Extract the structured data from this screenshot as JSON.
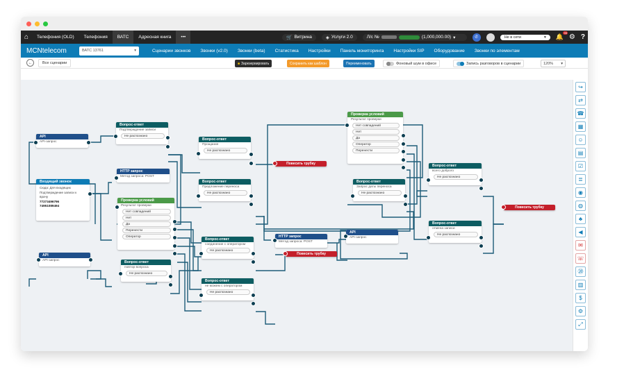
{
  "topbar": {
    "tabs": [
      "Телефония (OLD)",
      "Телефония",
      "ВАТС",
      "Адресная книга",
      "•••"
    ],
    "active_tab": 2,
    "vitrina": "Витрина",
    "services": "Услуги 2.0",
    "account_prefix": "Л/с №",
    "balance": "(1,000,000.00)",
    "status": "Не в сети",
    "notifications": "99"
  },
  "navbar": {
    "brand": "MCNtelecom",
    "vats_select": "ВАТС 13761",
    "items": [
      "Сценарии звонков",
      "Звонки (v2.0)",
      "Звонки (beta)",
      "Статистика",
      "Настройки",
      "Панель мониторинга",
      "Настройки SIP",
      "Оборудование",
      "Звонки по элементам"
    ]
  },
  "toolbar": {
    "all_scenarios": "Все сценарии",
    "reserve": "Зарезервировать",
    "save_template": "Сохранить как шаблон",
    "rename": "Переименовать",
    "office_noise": "Фоновый шум в офисе",
    "record_calls": "Запись разговоров в сценарии",
    "zoom": "120%"
  },
  "canvas": {
    "api1": {
      "title": "API",
      "sub": "API-запрос"
    },
    "api2": {
      "title": "API",
      "sub": "API-запрос"
    },
    "api3": {
      "title": "API",
      "sub": "API-запрос"
    },
    "incoming": {
      "title": "Входящий звонок",
      "line1": "Сюда: Для входящих",
      "line2": "Подтверждение записи к",
      "line3": "врачу",
      "num1": "77273496796",
      "num2": "74951089494"
    },
    "q1": {
      "title": "Вопрос-ответ",
      "sub": "Подтверждение записи",
      "opt": "Не распознано"
    },
    "http1": {
      "title": "HTTP запрос",
      "sub": "Метод запроса: POST"
    },
    "http2": {
      "title": "HTTP запрос",
      "sub": "Метод запроса: POST"
    },
    "cond1": {
      "title": "Проверка условий",
      "sub": "Результат проверки",
      "opts": [
        "Нет совпадений",
        "Нет",
        "Да",
        "Перенести",
        "Оператор"
      ]
    },
    "cond2": {
      "title": "Проверка условий",
      "sub": "Результат проверки",
      "opts": [
        "Нет совпадений",
        "Нет",
        "Да",
        "Оператор",
        "Перенести"
      ]
    },
    "q2": {
      "title": "Вопрос-ответ",
      "sub": "Прощание",
      "opt": "Не распознано"
    },
    "q3": {
      "title": "Вопрос-ответ",
      "sub": "Предложение переноса",
      "opt": "Не распознано"
    },
    "q4": {
      "title": "Вопрос-ответ",
      "sub": "соединение с оператором",
      "opt": "Не распознано"
    },
    "q5": {
      "title": "Вопрос-ответ",
      "sub": "не можем с оператором",
      "opt": "Не распознано"
    },
    "q6": {
      "title": "Вопрос-ответ",
      "sub": "Запрос даты переноса",
      "opt": "Не распознано"
    },
    "q7": {
      "title": "Вопрос-ответ",
      "sub": "всего доброго",
      "opt": "Не распознано"
    },
    "q8": {
      "title": "Вопрос-ответ",
      "sub": "отмена записи",
      "opt": "Не распознано"
    },
    "q9": {
      "title": "Вопрос-ответ",
      "sub": "повтор вопроса",
      "opt": "Не распознано"
    },
    "hangup": "Повесить трубку"
  },
  "colors": {
    "brand": "#0e7cb6",
    "topbar": "#242424",
    "teal_header": "#0d5d62",
    "blue_header": "#1f4f8a",
    "green_header": "#4b9a48",
    "hangup": "#c41f2a",
    "wire": "#1d5c78"
  },
  "sidebar_icons": [
    "transfer-call-icon",
    "forward-call-icon",
    "operator-icon",
    "building-icon",
    "group-icon",
    "calendar-icon",
    "checklist-icon",
    "script-icon",
    "voice-icon",
    "globe-icon",
    "conference-icon",
    "megaphone-icon",
    "mail-icon",
    "hangup-icon",
    "24h-icon",
    "weekday-icon",
    "dollar-icon",
    "api-icon",
    "expand-icon"
  ]
}
